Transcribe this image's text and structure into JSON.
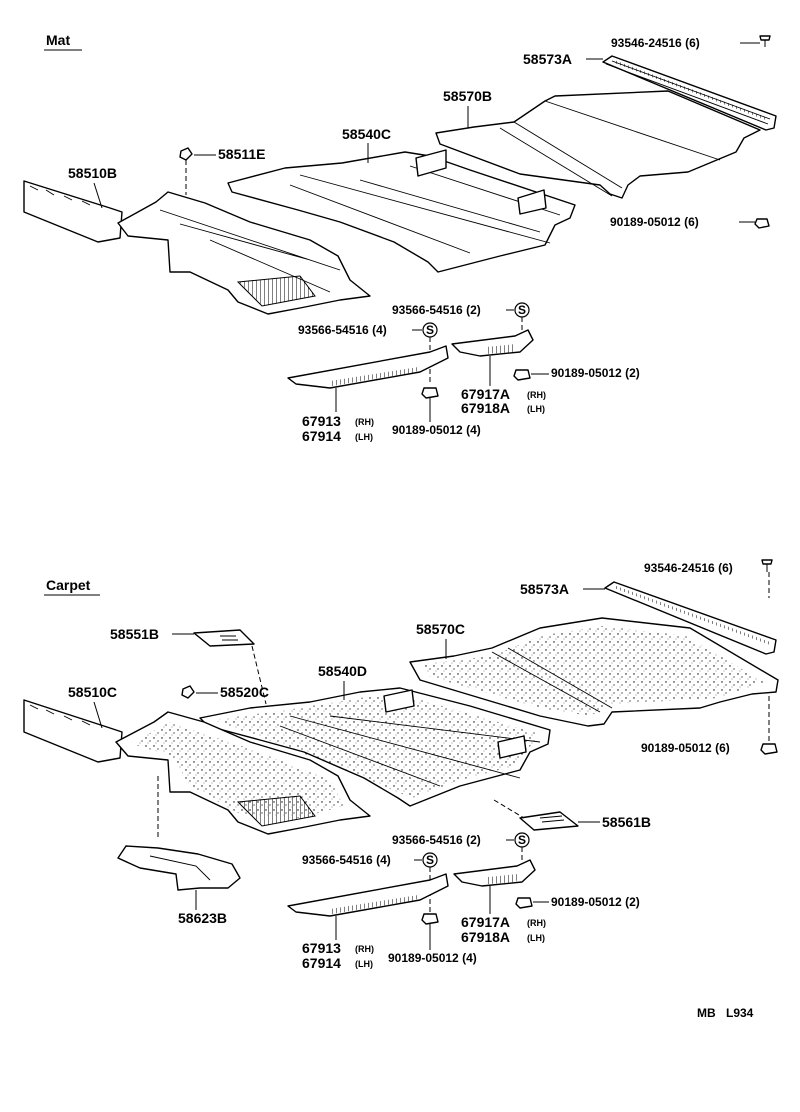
{
  "sections": {
    "mat": "Mat",
    "carpet": "Carpet"
  },
  "mat": {
    "p58573A": "58573A",
    "p93546": "93546-24516 (6)",
    "p58570B": "58570B",
    "p58540C": "58540C",
    "p58511E": "58511E",
    "p58510B": "58510B",
    "p90189_6": "90189-05012 (6)",
    "p93566_2": "93566-54516 (2)",
    "p93566_4": "93566-54516 (4)",
    "p90189_2": "90189-05012 (2)",
    "p67917A": "67917A",
    "p67917A_side": "(RH)",
    "p67918A": "67918A",
    "p67918A_side": "(LH)",
    "p67913": "67913",
    "p67913_side": "(RH)",
    "p67914": "67914",
    "p67914_side": "(LH)",
    "p90189_4": "90189-05012 (4)"
  },
  "carpet": {
    "p93546": "93546-24516 (6)",
    "p58573A": "58573A",
    "p58551B": "58551B",
    "p58570C": "58570C",
    "p58540D": "58540D",
    "p58510C": "58510C",
    "p58520C": "58520C",
    "p90189_6": "90189-05012 (6)",
    "p58561B": "58561B",
    "p93566_2": "93566-54516 (2)",
    "p93566_4": "93566-54516 (4)",
    "p90189_2": "90189-05012 (2)",
    "p67917A": "67917A",
    "p67917A_side": "(RH)",
    "p67918A": "67918A",
    "p67918A_side": "(LH)",
    "p58623B": "58623B",
    "p67913": "67913",
    "p67913_side": "(RH)",
    "p67914": "67914",
    "p67914_side": "(LH)",
    "p90189_4": "90189-05012 (4)"
  },
  "footer": {
    "code": "MB",
    "ref": "L934"
  },
  "symbol_s": "S"
}
